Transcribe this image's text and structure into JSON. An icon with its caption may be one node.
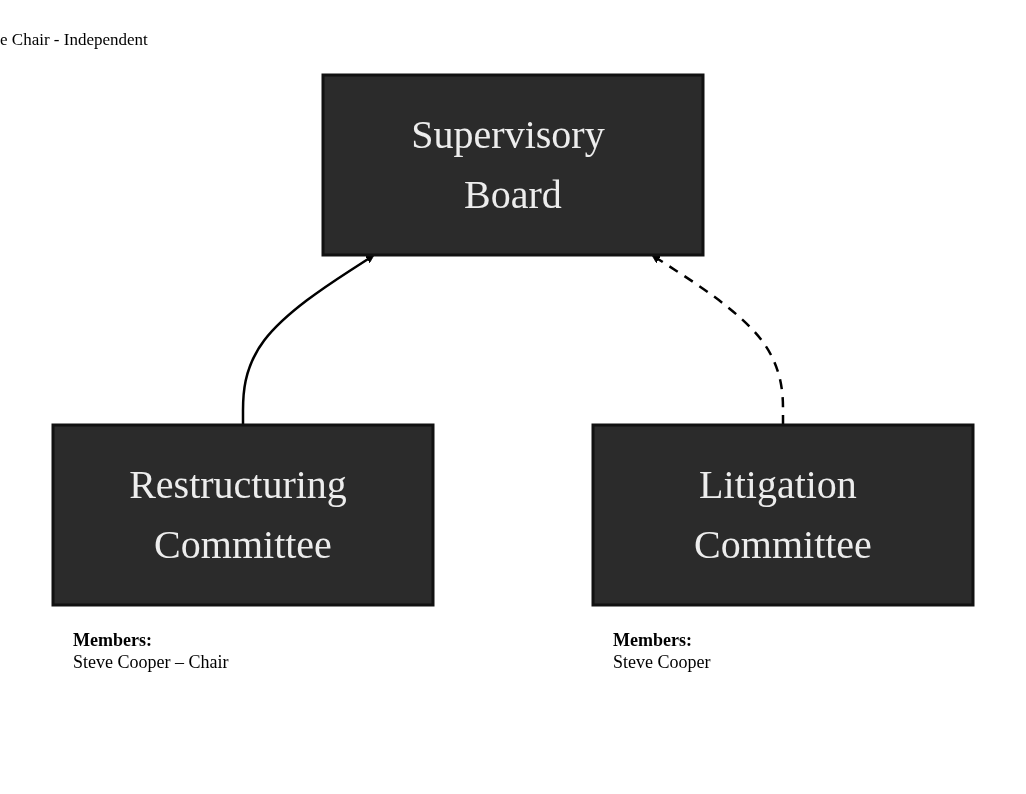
{
  "diagram": {
    "nodes": [
      {
        "text": [
          "Supervisory Board"
        ]
      },
      {
        "text": [
          "Restructuring Committee"
        ],
        "beside": [
          "Members:",
          "Steve Cooper – Chair"
        ]
      },
      {
        "text": [
          "Litigation Committee"
        ],
        "beside": [
          "Members:",
          "Steve Cooper"
        ]
      }
    ],
    "edges": [
      {
        "from": 1,
        "to": 0,
        "arrow": "to"
      },
      {
        "from": 2,
        "to": 0,
        "arrow": "to",
        "style": "dashed"
      }
    ],
    "labels": [
      "e Chair - Independent"
    ]
  }
}
